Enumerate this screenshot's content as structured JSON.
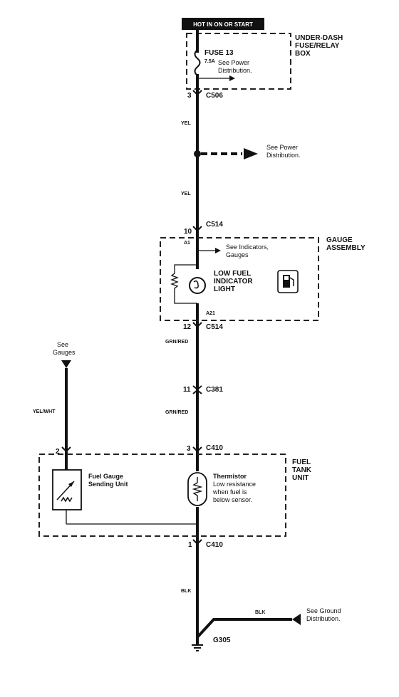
{
  "header_tag": "HOT IN ON OR START",
  "fuse_box": {
    "title_lines": [
      "UNDER-DASH",
      "FUSE/RELAY",
      "BOX"
    ],
    "fuse_name": "FUSE 13",
    "fuse_rating": "7.5A",
    "ref_lines": [
      "See Power",
      "Distribution."
    ]
  },
  "connectors": {
    "c506_pin": "3",
    "c506": "C506",
    "c514_top_pin": "10",
    "c514_top": "C514",
    "c514_bot_pin": "12",
    "c514_bot": "C514",
    "c381_pin": "11",
    "c381": "C381",
    "c410_pin2": "2",
    "c410_pin3": "3",
    "c410_top": "C410",
    "c410_bot_pin": "1",
    "c410_bot": "C410",
    "pin_a1": "A1",
    "pin_a21": "A21"
  },
  "wires": {
    "yel_1": "YEL",
    "yel_2": "YEL",
    "grn_red_1": "GRN/RED",
    "grn_red_2": "GRN/RED",
    "yel_wht": "YEL/WHT",
    "blk_1": "BLK",
    "blk_2": "BLK"
  },
  "power_ref": [
    "See Power",
    "Distribution."
  ],
  "gauge_assembly": {
    "title_lines": [
      "GAUGE",
      "ASSEMBLY"
    ],
    "ref_lines": [
      "See Indicators,",
      "Gauges"
    ],
    "light_lines": [
      "LOW FUEL",
      "INDICATOR",
      "LIGHT"
    ]
  },
  "see_gauges": [
    "See",
    "Gauges"
  ],
  "fuel_tank": {
    "title_lines": [
      "FUEL",
      "TANK",
      "UNIT"
    ],
    "sender_lines": [
      "Fuel Gauge",
      "Sending Unit"
    ],
    "thermistor_lines": [
      "Thermistor",
      "Low resistance",
      "when fuel is",
      "below sensor."
    ]
  },
  "ground_ref": [
    "See Ground",
    "Distribution."
  ],
  "ground_name": "G305"
}
